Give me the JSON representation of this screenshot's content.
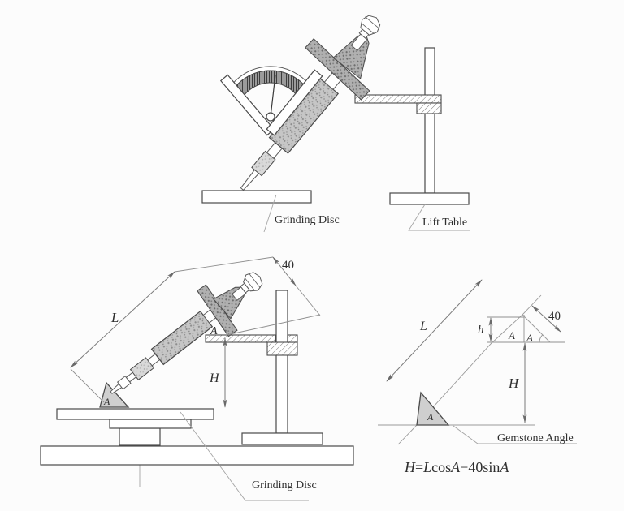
{
  "colors": {
    "ink": "#4a4a4a",
    "dimension_line": "#8f8f8f",
    "paper": "#fcfcfc",
    "stipple_fill": "#c6c6c6",
    "stone_fill": "#cfcfcf"
  },
  "figure_top": {
    "grinding_disc_label": "Grinding Disc",
    "lift_table_label": "Lift Table"
  },
  "figure_machine": {
    "length_label": "L",
    "offset_label": "40",
    "rest_angle_label": "A",
    "height_label": "H",
    "stone_angle_label": "A",
    "grinding_disc_label": "Grinding Disc"
  },
  "figure_schematic": {
    "length_label": "L",
    "drop_label": "h",
    "angle_left_label": "A",
    "angle_right_label": "A",
    "offset_label": "40",
    "height_label": "H",
    "stone_angle_label": "A",
    "gemstone_angle_label": "Gemstone Angle"
  },
  "formula": {
    "lhs": "H",
    "equals": "=",
    "length": "L",
    "cos": "cos",
    "angle1": "A",
    "minus_forty": "−40",
    "sin": "sin",
    "angle2": "A"
  }
}
